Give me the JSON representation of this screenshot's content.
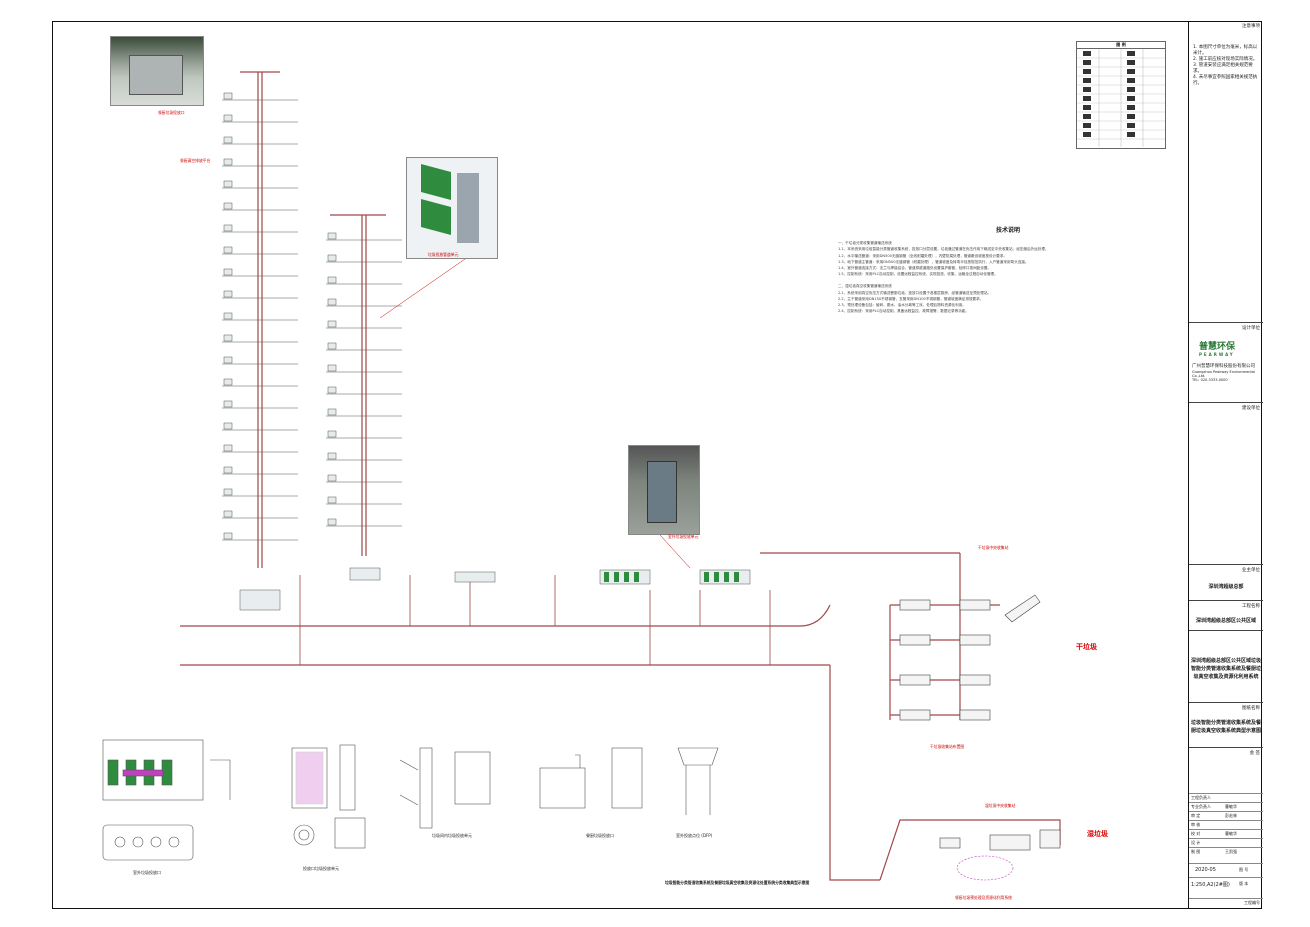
{
  "sheet": {
    "bottom_title": "垃圾智能分类管道收集系统及餐厨垃圾真空收集及资源化处置系统分类收集典型示意图"
  },
  "notes": {
    "title": "技术说明",
    "paragraphs": [
      "一、干垃圾分类收集管道输送系统",
      "1.1、本系统采用垃圾智能分类管道收集系统，投放口分层设置，垃圾通过管道在负压作用下输送至中央收集站，经压缩后外运处理。",
      "1.2、水平输送管道：采用DN500无缝钢管（全线耐磨处理），内壁防腐处理，管道敷设坡度按设计要求。",
      "1.3、地下管道主管道：采用DN500无缝钢管（耐磨处理），管道坡度及转弯半径按规范执行，入户管道采用弯头连接。",
      "1.4、室外管道连接方式：法兰与焊接结合，管道穿越道路处设置保护套管，检修口按间距设置。",
      "1.5、控制系统：采用PLC自动控制，设置远程监控系统，实现投放、收集、运输全过程自动化管理。",
      "二、湿垃圾真空收集管道输送系统",
      "2.1、系统采用真空负压方式输送餐厨垃圾，投放口设置于各楼层厨房，经管道输送至预处理站。",
      "2.2、主干管道采用DN150不锈钢管，支管采用DN100不锈钢管，管道坡度满足排放要求。",
      "2.3、预处理设备包括：破碎、脱水、油水分离等工序，处理后物料资源化利用。",
      "2.4、控制系统：采用PLC自动控制，具备远程监控、故障报警、数据记录等功能。"
    ]
  },
  "labels": {
    "photo1_caption": "餐厨垃圾投放口",
    "photo1_caption2": "餐厨真空排放平台",
    "photo2_caption": "垃圾投放管道单元",
    "photo3_caption": "室外垃圾投放单元",
    "station_dry_caption": "干垃圾中央收集站",
    "station_dry_bottom": "干垃圾收集站布置图",
    "station_wet_caption": "湿垃圾中央收集站",
    "station_wet_bottom": "餐厨垃圾预处理及资源化利用系统",
    "zone_dry": "干垃圾",
    "zone_wet": "湿垃圾",
    "detail1": "室外垃圾投放口",
    "detail1b": "室外垃圾投放口",
    "detail2": "投放口垃圾投放单元",
    "detail3": "垃圾间内垃圾投放单元",
    "detail4": "餐厨垃圾投放口",
    "detail5": "室外投放点位 (DFP)",
    "legend_title": "图 例"
  },
  "titleblock": {
    "notes_hdr": "注意事项",
    "notes_lines": [
      "1. 本图尺寸单位为毫米，标高以米计。",
      "2. 施工前应核对现场实际情况。",
      "3. 管道安装应满足相关规范要求。",
      "4. 未尽事宜参照国家相关规范执行。"
    ],
    "design_hdr": "设计单位",
    "company_logo": "普慧环保",
    "company_logo_en": "PEARWAY",
    "company_cn": "广州普慧环保科技股份有限公司",
    "company_en": "Guangzhou Peakway Environmental Co.,Ltd.",
    "company_tel": "TEL: 020-3333-0000",
    "owner_hdr": "业主单位",
    "owner_hdr2": "建设单位",
    "owner": "深圳湾超级总部",
    "project_hdr": "工程名称",
    "project": "深圳湾超级总部区公共区域",
    "project_full": "深圳湾超级总部区公共区域垃圾智能分类管道收集系统及餐厨垃圾真空收集及资源化利用系统",
    "drawing_hdr": "图纸名称",
    "drawing": "垃圾智能分类管道收集系统及餐厨垃圾真空收集系统典型示意图",
    "signoff_hdr": "会 签",
    "roles": [
      "工程负责人",
      "专业负责人",
      "审 定",
      "审 核",
      "校 对",
      "设 计",
      "制 图"
    ],
    "names": [
      "",
      "曹敏华",
      "彭宏林",
      "",
      "曹敏华",
      "",
      "王凯强"
    ],
    "date": "2020-05",
    "scale": "1:250,A2(2#图)",
    "sheet_no_label": "图 号",
    "version_label": "版 本",
    "archive": "工程编号"
  },
  "colors": {
    "pipe": "#a04848",
    "red": "#cc0000",
    "green": "#2f8c3f",
    "magenta": "#c040c0",
    "logo_green": "#2d7a3a"
  }
}
